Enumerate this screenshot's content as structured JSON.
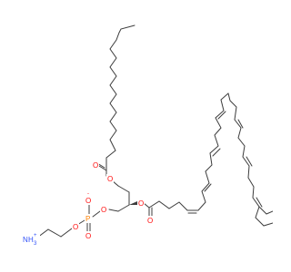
{
  "molecule": {
    "atoms": {
      "oxygen": "O",
      "phosphorus": "P",
      "nitrogen": "N",
      "hydrogen": "H",
      "h_count": "3",
      "plus": "+",
      "minus": "-"
    },
    "colors": {
      "bond": "#3c3c3c",
      "oxygen": "#ff0d0d",
      "phosphorus": "#ff8000",
      "nitrogen": "#3050f8"
    }
  }
}
